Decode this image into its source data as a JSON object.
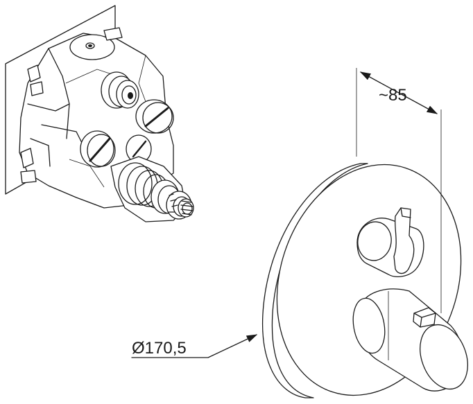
{
  "dimensions": {
    "depth_label": "~85",
    "diameter_label": "Ø170,5"
  },
  "parts": {
    "valve_body": "concealed-mixing-valve-body",
    "trim_plate": "round-cover-plate",
    "diverter_handle": "lever-knob",
    "thermostat_handle": "cylindrical-knob"
  }
}
